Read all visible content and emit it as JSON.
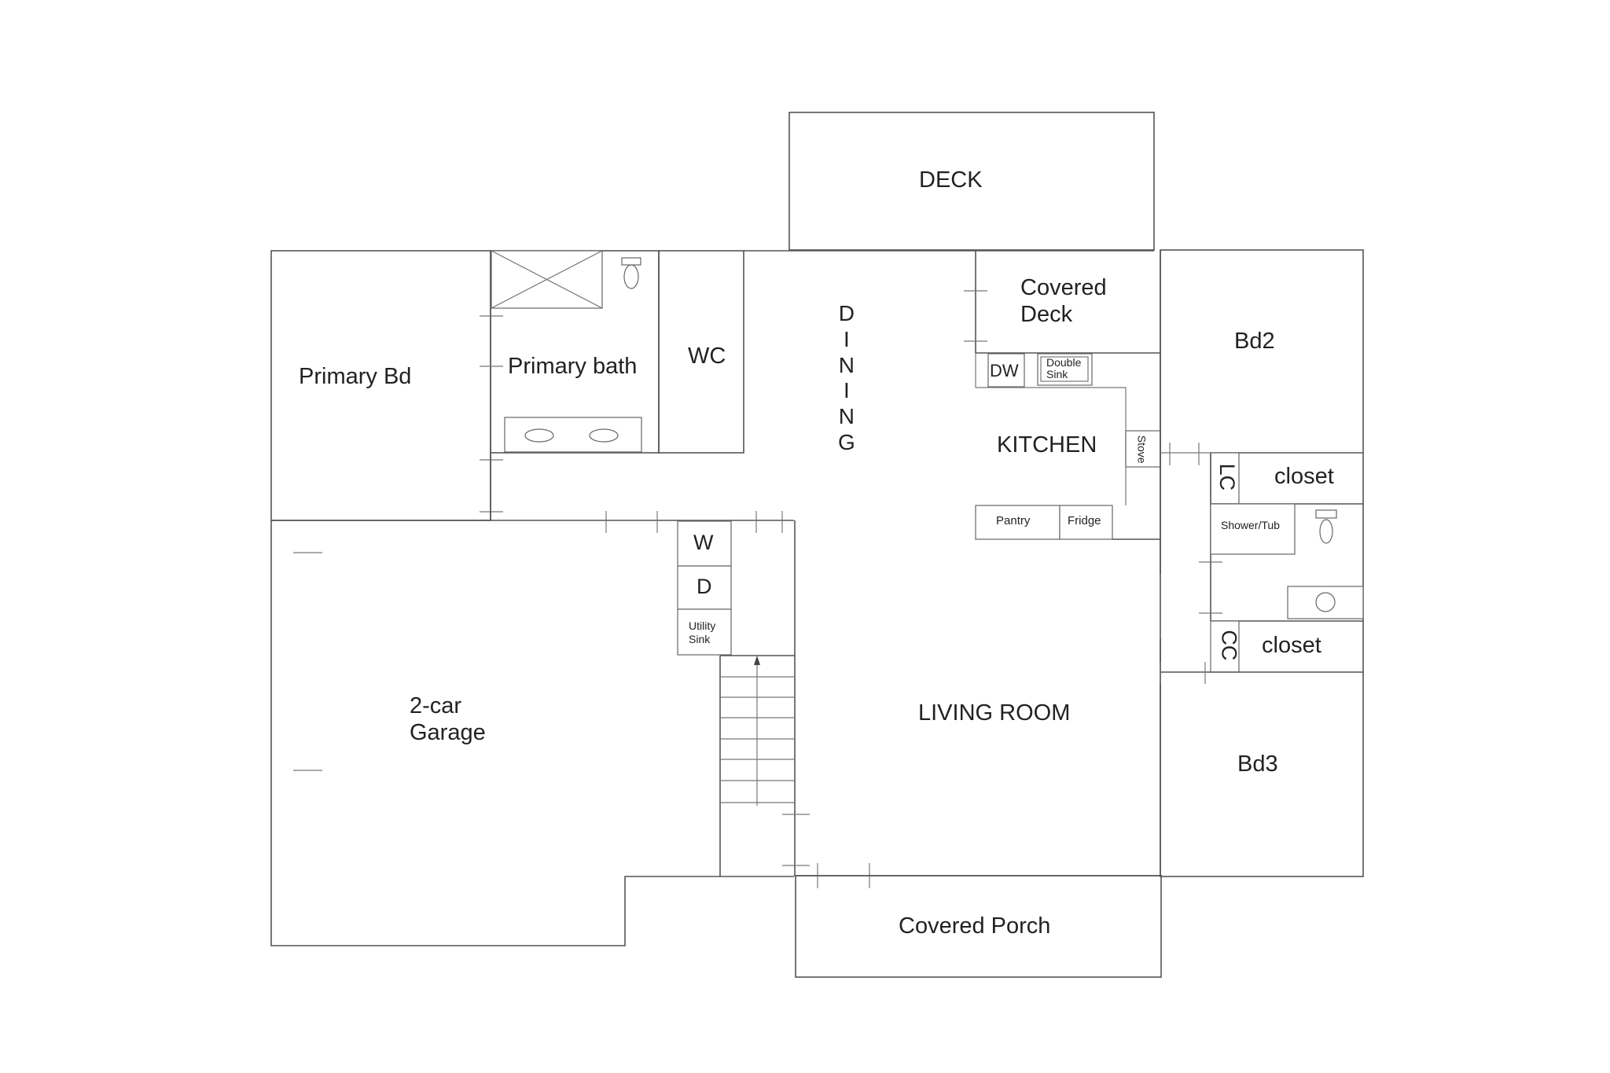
{
  "rooms": {
    "deck": "DECK",
    "covered_deck_line1": "Covered",
    "covered_deck_line2": "Deck",
    "primary_bd": "Primary Bd",
    "primary_bath": "Primary bath",
    "wc": "WC",
    "dining": [
      "D",
      "I",
      "N",
      "I",
      "N",
      "G"
    ],
    "kitchen": "KITCHEN",
    "bd2": "Bd2",
    "bd3": "Bd3",
    "closet_top": "closet",
    "closet_bottom": "closet",
    "lc": "LC",
    "cc": "CC",
    "garage_line1": "2-car",
    "garage_line2": "Garage",
    "living_room": "LIVING ROOM",
    "covered_porch": "Covered Porch"
  },
  "fixtures": {
    "dw": "DW",
    "double_sink_line1": "Double",
    "double_sink_line2": "Sink",
    "stove": "Stove",
    "pantry": "Pantry",
    "fridge": "Fridge",
    "shower_tub": "Shower/Tub",
    "washer": "W",
    "dryer": "D",
    "utility_sink_line1": "Utility",
    "utility_sink_line2": "Sink"
  }
}
